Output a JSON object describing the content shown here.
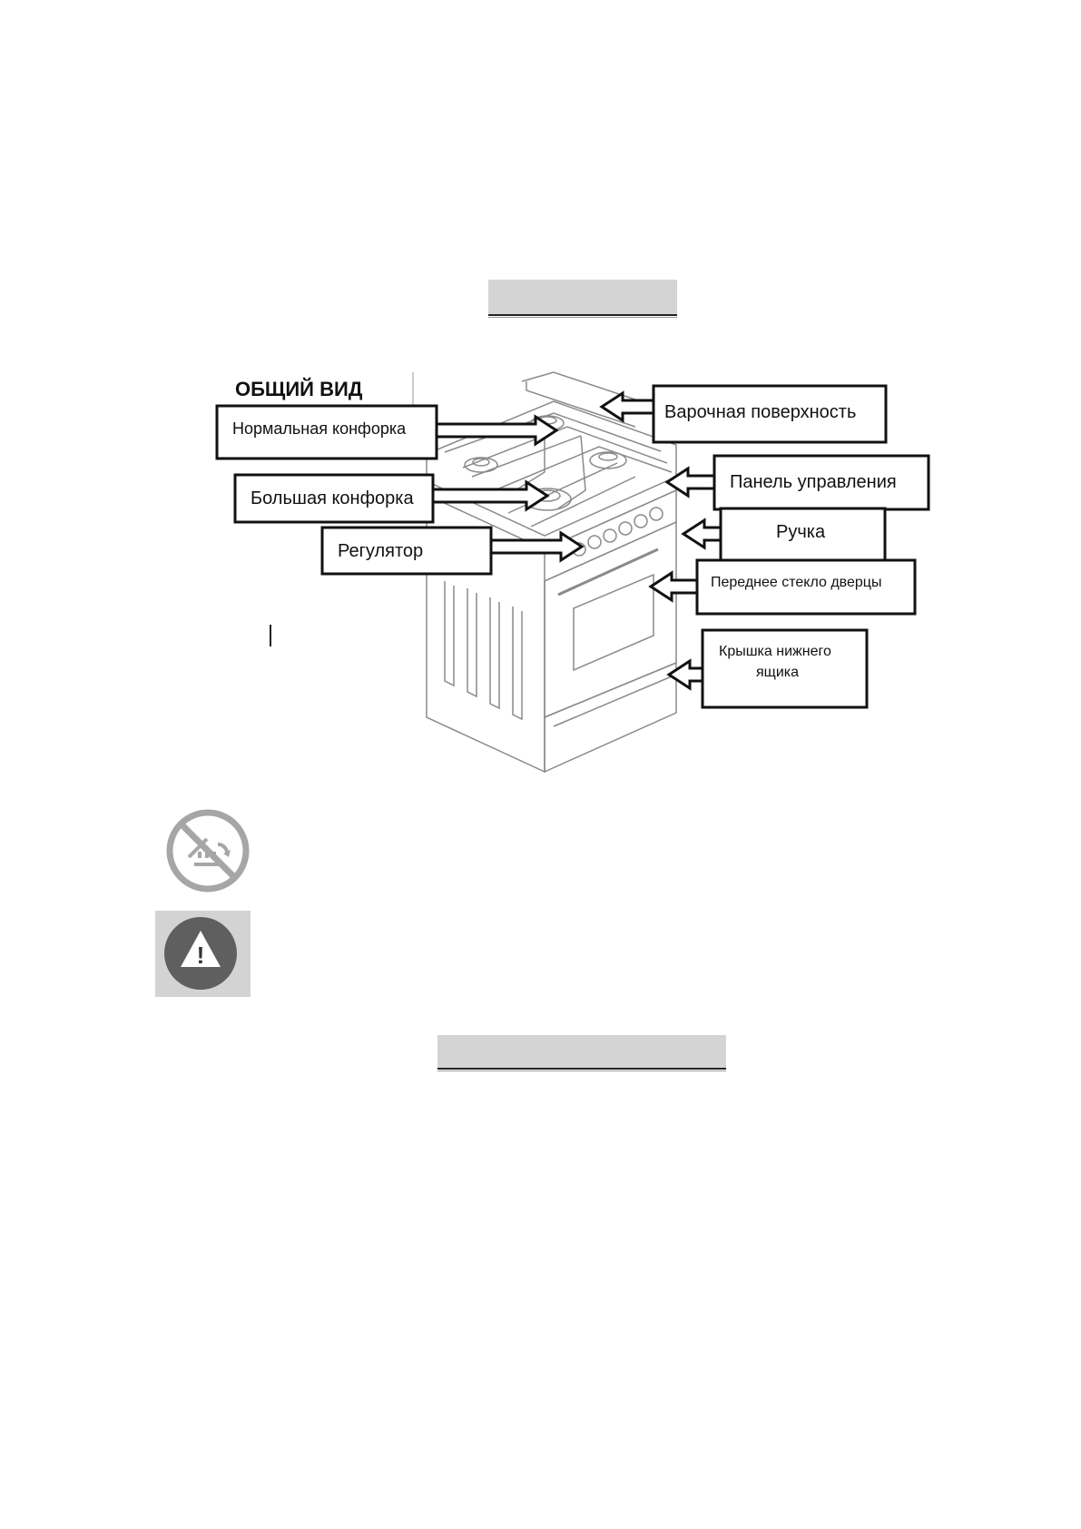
{
  "section": {
    "heading": "ОБЩИЙ ВИД"
  },
  "callouts": {
    "normal_burner": "Нормальная конфорка",
    "large_burner": "Большая конфорка",
    "regulator": "Регулятор",
    "cooktop": "Варочная поверхность",
    "control_panel": "Панель управления",
    "handle": "Ручка",
    "door_glass": "Переднее стекло дверцы",
    "drawer_cover_line1": "Крышка нижнего",
    "drawer_cover_line2": "ящика"
  },
  "icons": {
    "prohibit": "no-cooking-surface-icon",
    "warning": "warning-triangle-icon"
  },
  "colors": {
    "heading_bar": "#d4d4d4",
    "icon_gray": "#a6a6a6",
    "warning_dark": "#5f5f5f"
  }
}
